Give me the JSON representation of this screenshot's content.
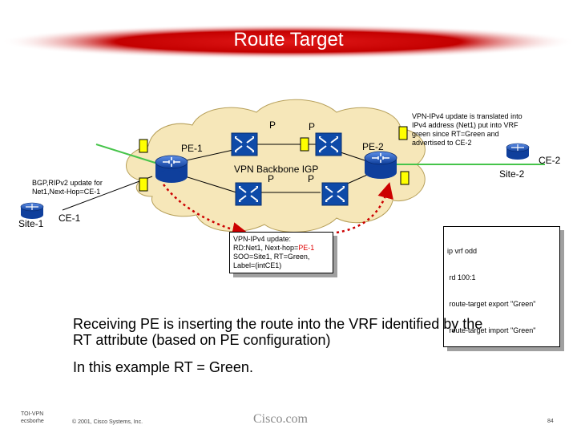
{
  "title": "Route Target",
  "labels": {
    "p_top_left": "P",
    "p_top_right": "P",
    "pe1": "PE-1",
    "pe2": "PE-2",
    "backbone": "VPN Backbone IGP",
    "p_mid_left": "P",
    "p_mid_right": "P",
    "site1": "Site-1",
    "ce1": "CE-1",
    "site2": "Site-2",
    "ce2": "CE-2"
  },
  "notes": {
    "bgp_update": [
      "BGP,RIPv2 update for",
      "Net1,Next-Hop=CE-1"
    ],
    "translated": [
      "VPN-IPv4 update is translated into",
      "IPv4 address (Net1) put into VRF",
      "green since RT=Green and",
      "advertised to CE-2"
    ]
  },
  "update_box": {
    "line1": "VPN-IPv4 update:",
    "line2_prefix": "RD:Net1, Next-hop=",
    "line2_highlight": "PE-1",
    "line3": "SOO=Site1, RT=Green,",
    "line4": "Label=(intCE1)"
  },
  "vrf_box": {
    "lines": [
      "ip vrf odd",
      " rd 100:1",
      " route-target export \"Green\"",
      " route-target import \"Green\""
    ]
  },
  "body": {
    "line1": "Receiving PE is inserting the route into the VRF identified by the",
    "line2": "RT attribute (based on PE configuration)",
    "line3": "In this example RT = Green."
  },
  "footer": {
    "course_line1": "TOI-VPN",
    "course_line2": "ecsborhe",
    "copyright": "© 2001, Cisco Systems, Inc.",
    "logo": "Cisco.com",
    "page": "84"
  },
  "colors": {
    "title_bar": "#cc0000",
    "cloud_fill": "#f6e7b9",
    "cloud_stroke": "#b7a05a",
    "router_blue": "#1b5cc4",
    "switch_blue": "#0e4aa8",
    "key_yellow": "#ffff00",
    "link_green": "#46c44a",
    "arrow_red": "#cc0000",
    "highlight_red": "#e00000"
  },
  "icons": {
    "router": "router-icon",
    "switch": "switch-icon",
    "key": "vrf-key-icon"
  }
}
